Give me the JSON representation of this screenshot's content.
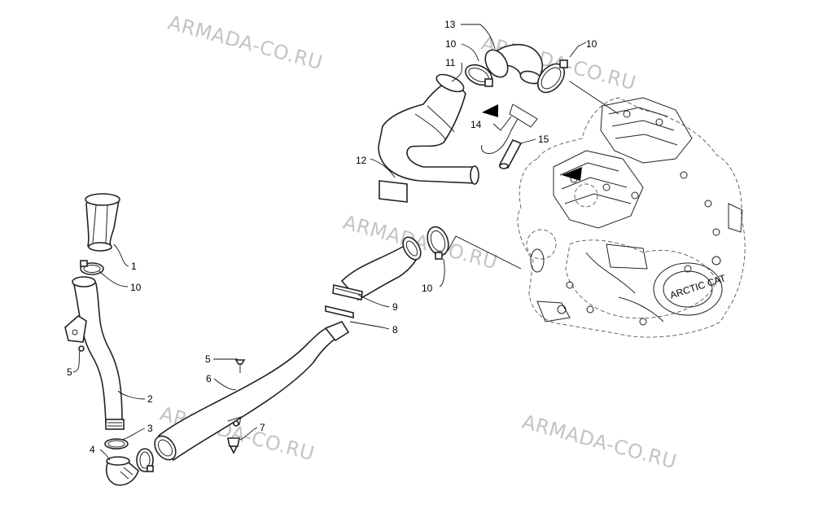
{
  "watermarks": [
    "ARMADA-CO.RU",
    "ARMADA-CO.RU",
    "ARMADA-CO.RU",
    "ARMADA-CO.RU",
    "ARMADA-CO.RU"
  ],
  "engine_badge": "ARCTIC CAT",
  "callouts": {
    "c1": "1",
    "c2": "2",
    "c3": "3",
    "c4": "4",
    "c5a": "5",
    "c5b": "5",
    "c6": "6",
    "c7": "7",
    "c8": "8",
    "c9": "9",
    "c10a": "10",
    "c10b": "10",
    "c10c": "10",
    "c10d": "10",
    "c11": "11",
    "c12": "12",
    "c13": "13",
    "c14": "14",
    "c15": "15"
  },
  "colors": {
    "line": "#222222",
    "watermark": "#c4c4c4",
    "background": "#ffffff"
  }
}
